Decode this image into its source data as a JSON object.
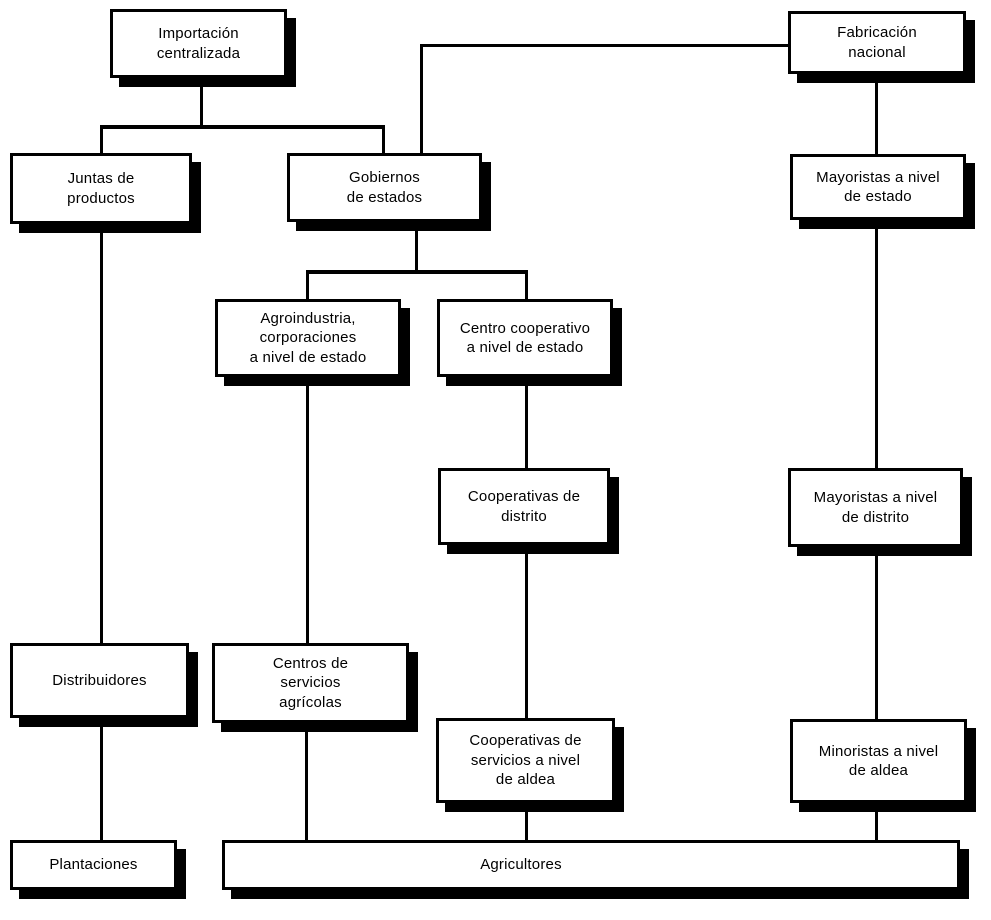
{
  "diagram": {
    "language": "es",
    "type": "flowchart",
    "colors": {
      "ink": "#000000",
      "paper": "#ffffff"
    },
    "nodes": {
      "importacion": {
        "label": "Importación\ncentralizada"
      },
      "fabricacion": {
        "label": "Fabricación\nnacional"
      },
      "juntas": {
        "label": "Juntas de\nproductos"
      },
      "gobiernos": {
        "label": "Gobiernos\nde estados"
      },
      "mayoristas_estado": {
        "label": "Mayoristas a nivel\nde estado"
      },
      "agroindustria": {
        "label": "Agroindustria,\ncorporaciones\na nivel de estado"
      },
      "centro_cooperativo": {
        "label": "Centro cooperativo\na nivel de estado"
      },
      "cooperativas_distrito": {
        "label": "Cooperativas de\ndistrito"
      },
      "mayoristas_distrito": {
        "label": "Mayoristas a nivel\nde distrito"
      },
      "distribuidores": {
        "label": "Distribuidores"
      },
      "centros_servicios": {
        "label": "Centros de\nservicios\nagrícolas"
      },
      "cooperativas_aldea": {
        "label": "Cooperativas de\nservicios a nivel\nde aldea"
      },
      "minoristas_aldea": {
        "label": "Minoristas a nivel\nde aldea"
      },
      "plantaciones": {
        "label": "Plantaciones"
      },
      "agricultores": {
        "label": "Agricultores"
      }
    },
    "edges": [
      {
        "from": "importacion",
        "to": "juntas"
      },
      {
        "from": "importacion",
        "to": "gobiernos"
      },
      {
        "from": "fabricacion",
        "to": "gobiernos"
      },
      {
        "from": "fabricacion",
        "to": "mayoristas_estado"
      },
      {
        "from": "gobiernos",
        "to": "agroindustria"
      },
      {
        "from": "gobiernos",
        "to": "centro_cooperativo"
      },
      {
        "from": "agroindustria",
        "to": "centros_servicios"
      },
      {
        "from": "centro_cooperativo",
        "to": "cooperativas_distrito"
      },
      {
        "from": "cooperativas_distrito",
        "to": "cooperativas_aldea"
      },
      {
        "from": "cooperativas_aldea",
        "to": "agricultores"
      },
      {
        "from": "juntas",
        "to": "distribuidores"
      },
      {
        "from": "distribuidores",
        "to": "plantaciones"
      },
      {
        "from": "centros_servicios",
        "to": "agricultores"
      },
      {
        "from": "mayoristas_estado",
        "to": "mayoristas_distrito"
      },
      {
        "from": "mayoristas_distrito",
        "to": "minoristas_aldea"
      },
      {
        "from": "minoristas_aldea",
        "to": "agricultores"
      }
    ]
  }
}
